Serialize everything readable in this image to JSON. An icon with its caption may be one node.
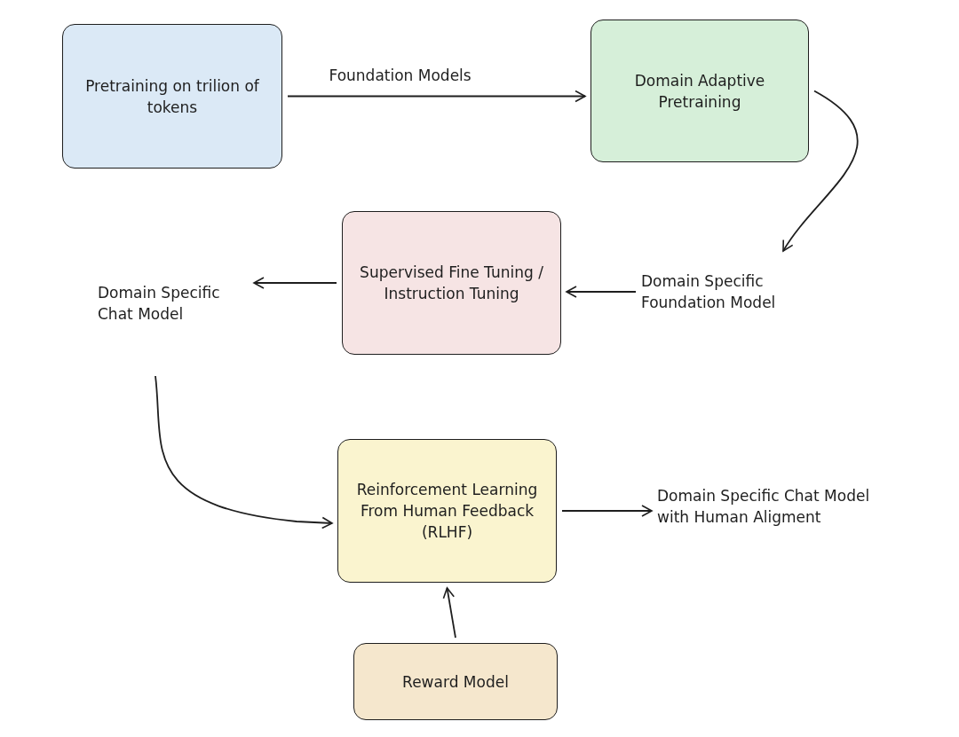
{
  "diagram": {
    "nodes": [
      {
        "text": [
          "Pretraining on trilion of tokens"
        ]
      },
      {
        "text": [
          "Domain Adaptive Pretraining"
        ]
      },
      {
        "text": [
          "Domain Specific Foundation Model"
        ]
      },
      {
        "text": [
          "Supervised Fine Tuning / Instruction Tuning"
        ]
      },
      {
        "text": [
          "Domain Specific Chat Model"
        ]
      },
      {
        "text": [
          "Reinforcement Learning From Human Feedback (RLHF)"
        ]
      },
      {
        "text": [
          "Domain Specific Chat Model with Human Aligment"
        ]
      },
      {
        "text": [
          "Reward Model"
        ]
      }
    ],
    "edges": [
      {
        "from": 0,
        "to": 1,
        "arrow": "to",
        "label": "Foundation Models"
      },
      {
        "from": 1,
        "to": 2,
        "arrow": "to"
      },
      {
        "from": 2,
        "to": 3,
        "arrow": "to"
      },
      {
        "from": 3,
        "to": 4,
        "arrow": "to"
      },
      {
        "from": 4,
        "to": 5,
        "arrow": "to"
      },
      {
        "from": 5,
        "to": 6,
        "arrow": "to"
      },
      {
        "from": 7,
        "to": 5,
        "arrow": "to"
      }
    ]
  }
}
